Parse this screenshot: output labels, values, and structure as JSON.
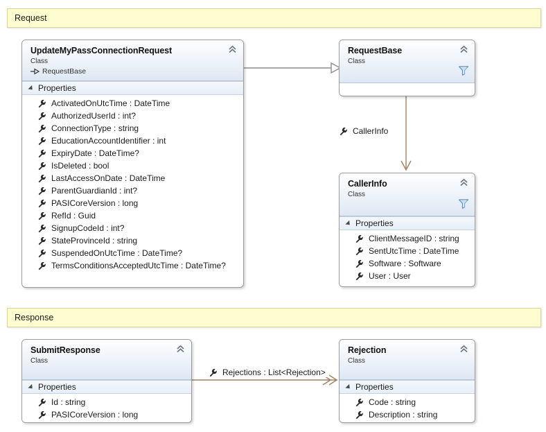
{
  "diagram": {
    "title": "UML Class Diagram",
    "colors": {
      "band_fill": "#fdfdd0",
      "band_border": "#d7d79a",
      "class_border": "#9a9a9a",
      "header_gradient_top": "#fdfeff",
      "header_gradient_bottom": "#dde8f4",
      "inheritance_line": "#8c8c8c",
      "association_line": "#a08060",
      "canvas": "#ffffff"
    }
  },
  "bands": [
    {
      "name": "request-band",
      "label": "Request"
    },
    {
      "name": "response-band",
      "label": "Response"
    }
  ],
  "classes": [
    {
      "id": "update-my-pass-connection-request",
      "name": "UpdateMyPassConnectionRequest",
      "stereotype": "Class",
      "base": "RequestBase",
      "collapse_icon": "chevron-up-icon",
      "filter_icon": null,
      "sections": [
        {
          "label": "Properties",
          "members": [
            {
              "icon": "wrench-icon",
              "text": "ActivatedOnUtcTime : DateTime"
            },
            {
              "icon": "wrench-icon",
              "text": "AuthorizedUserId : int?"
            },
            {
              "icon": "wrench-icon",
              "text": "ConnectionType : string"
            },
            {
              "icon": "wrench-icon",
              "text": "EducationAccountIdentifier : int"
            },
            {
              "icon": "wrench-icon",
              "text": "ExpiryDate : DateTime?"
            },
            {
              "icon": "wrench-icon",
              "text": "IsDeleted : bool"
            },
            {
              "icon": "wrench-icon",
              "text": "LastAccessOnDate : DateTime"
            },
            {
              "icon": "wrench-icon",
              "text": "ParentGuardianId : int?"
            },
            {
              "icon": "wrench-icon",
              "text": "PASICoreVersion : long"
            },
            {
              "icon": "wrench-icon",
              "text": "RefId : Guid"
            },
            {
              "icon": "wrench-icon",
              "text": "SignupCodeId : int?"
            },
            {
              "icon": "wrench-icon",
              "text": "StateProvinceId : string"
            },
            {
              "icon": "wrench-icon",
              "text": "SuspendedOnUtcTime : DateTime?"
            },
            {
              "icon": "wrench-icon",
              "text": "TermsConditionsAcceptedUtcTime : DateTime?"
            }
          ]
        }
      ]
    },
    {
      "id": "request-base",
      "name": "RequestBase",
      "stereotype": "Class",
      "base": null,
      "collapse_icon": "chevron-up-icon",
      "filter_icon": "filter-icon",
      "sections": []
    },
    {
      "id": "caller-info",
      "name": "CallerInfo",
      "stereotype": "Class",
      "base": null,
      "collapse_icon": "chevron-up-icon",
      "filter_icon": "filter-icon",
      "sections": [
        {
          "label": "Properties",
          "members": [
            {
              "icon": "wrench-icon",
              "text": "ClientMessageID : string"
            },
            {
              "icon": "wrench-icon",
              "text": "SentUtcTime : DateTime"
            },
            {
              "icon": "wrench-icon",
              "text": "Software : Software"
            },
            {
              "icon": "wrench-icon",
              "text": "User : User"
            }
          ]
        }
      ]
    },
    {
      "id": "submit-response",
      "name": "SubmitResponse",
      "stereotype": "Class",
      "base": null,
      "collapse_icon": "chevron-up-icon",
      "filter_icon": null,
      "sections": [
        {
          "label": "Properties",
          "members": [
            {
              "icon": "wrench-icon",
              "text": "Id : string"
            },
            {
              "icon": "wrench-icon",
              "text": "PASICoreVersion : long"
            }
          ]
        }
      ]
    },
    {
      "id": "rejection",
      "name": "Rejection",
      "stereotype": "Class",
      "base": null,
      "collapse_icon": "chevron-up-icon",
      "filter_icon": null,
      "sections": [
        {
          "label": "Properties",
          "members": [
            {
              "icon": "wrench-icon",
              "text": "Code : string"
            },
            {
              "icon": "wrench-icon",
              "text": "Description : string"
            }
          ]
        }
      ]
    }
  ],
  "connectors": [
    {
      "id": "inheritance-update-to-requestbase",
      "kind": "inheritance",
      "from": "UpdateMyPassConnectionRequest",
      "to": "RequestBase",
      "label": null,
      "color": "#8c8c8c"
    },
    {
      "id": "association-requestbase-to-callerinfo",
      "kind": "association",
      "from": "RequestBase",
      "to": "CallerInfo",
      "label": "CallerInfo",
      "label_icon": "wrench-icon",
      "color": "#a08060"
    },
    {
      "id": "association-submitresponse-to-rejection",
      "kind": "association-collection",
      "from": "SubmitResponse",
      "to": "Rejection",
      "label": "Rejections : List<Rejection>",
      "label_icon": "wrench-icon",
      "color": "#a08060"
    }
  ]
}
